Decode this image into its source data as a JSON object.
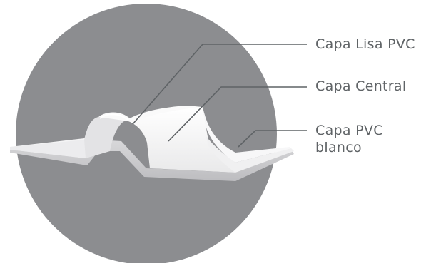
{
  "diagram": {
    "labels": {
      "top": "Capa Lisa PVC",
      "middle": "Capa Central",
      "bottom_line1": "Capa PVC",
      "bottom_line2": "blanco"
    },
    "colors": {
      "circle": "#8c8d90",
      "sheet_light": "#f2f2f2",
      "sheet_shadow": "#c9c9cb",
      "leader_line": "#5f6366",
      "text": "#5f6366"
    }
  }
}
